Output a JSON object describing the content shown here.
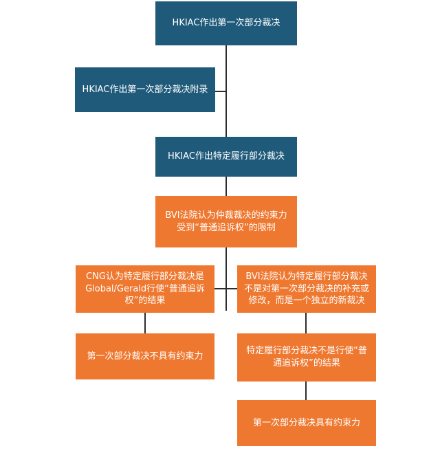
{
  "colors": {
    "blue_box": "#1f5a7a",
    "orange_box": "#ee7830",
    "connector": "#2c2c2c",
    "text": "#ffffff"
  },
  "nodes": {
    "n1": "HKIAC作出第一次部分裁决",
    "n2": "HKIAC作出第一次部分裁决附录",
    "n3": "HKIAC作出特定履行部分裁决",
    "n4": "BVI法院认为仲裁裁决的约束力受到“普通追诉权”的限制",
    "n5": "CNG认为特定履行部分裁决是Global/Gerald行使“普通追诉权”的结果",
    "n6": "BVI法院认为特定履行部分裁决不是对第一次部分裁决的补充或修改，而是一个独立的新裁决",
    "n7": "第一次部分裁决不具有约束力",
    "n8": "特定履行部分裁决不是行使“普通追诉权”的结果",
    "n9": "第一次部分裁决具有约束力"
  }
}
